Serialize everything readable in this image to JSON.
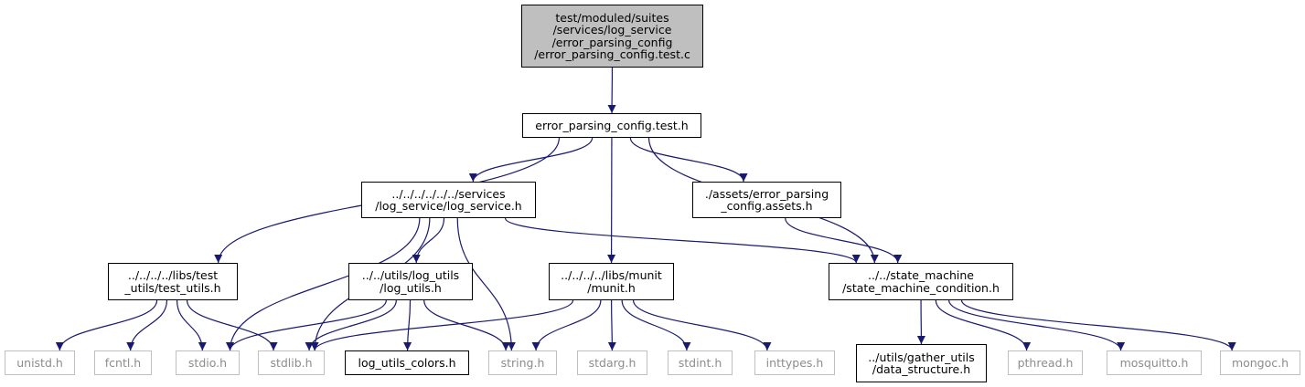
{
  "colors": {
    "edge": "#191970",
    "root_fill": "#bfbfbf",
    "box_border": "#000000",
    "ext_border": "#bfbfbf",
    "ext_text": "#8c8c8c"
  },
  "nodes": [
    {
      "id": "root",
      "lines": [
        "test/moduled/suites",
        "/services/log_service",
        "/error_parsing_config",
        "/error_parsing_config.test.c"
      ],
      "kind": "root"
    },
    {
      "id": "test_h",
      "lines": [
        "error_parsing_config.test.h"
      ],
      "kind": "file"
    },
    {
      "id": "log_service_h",
      "lines": [
        "../../../../../../services",
        "/log_service/log_service.h"
      ],
      "kind": "file"
    },
    {
      "id": "assets_h",
      "lines": [
        "./assets/error_parsing",
        "_config.assets.h"
      ],
      "kind": "file"
    },
    {
      "id": "test_utils_h",
      "lines": [
        "../../../../libs/test",
        "_utils/test_utils.h"
      ],
      "kind": "file"
    },
    {
      "id": "log_utils_h",
      "lines": [
        "../../utils/log_utils",
        "/log_utils.h"
      ],
      "kind": "file"
    },
    {
      "id": "munit_h",
      "lines": [
        "../../../../libs/munit",
        "/munit.h"
      ],
      "kind": "file"
    },
    {
      "id": "smc_h",
      "lines": [
        "../../state_machine",
        "/state_machine_condition.h"
      ],
      "kind": "file"
    },
    {
      "id": "unistd_h",
      "lines": [
        "unistd.h"
      ],
      "kind": "ext"
    },
    {
      "id": "fcntl_h",
      "lines": [
        "fcntl.h"
      ],
      "kind": "ext"
    },
    {
      "id": "stdio_h",
      "lines": [
        "stdio.h"
      ],
      "kind": "ext"
    },
    {
      "id": "stdlib_h",
      "lines": [
        "stdlib.h"
      ],
      "kind": "ext"
    },
    {
      "id": "log_utils_colors_h",
      "lines": [
        "log_utils_colors.h"
      ],
      "kind": "file"
    },
    {
      "id": "string_h",
      "lines": [
        "string.h"
      ],
      "kind": "ext"
    },
    {
      "id": "stdarg_h",
      "lines": [
        "stdarg.h"
      ],
      "kind": "ext"
    },
    {
      "id": "stdint_h",
      "lines": [
        "stdint.h"
      ],
      "kind": "ext"
    },
    {
      "id": "inttypes_h",
      "lines": [
        "inttypes.h"
      ],
      "kind": "ext"
    },
    {
      "id": "data_structure_h",
      "lines": [
        "../utils/gather_utils",
        "/data_structure.h"
      ],
      "kind": "file"
    },
    {
      "id": "pthread_h",
      "lines": [
        "pthread.h"
      ],
      "kind": "ext"
    },
    {
      "id": "mosquitto_h",
      "lines": [
        "mosquitto.h"
      ],
      "kind": "ext"
    },
    {
      "id": "mongoc_h",
      "lines": [
        "mongoc.h"
      ],
      "kind": "ext"
    }
  ],
  "edges": [
    {
      "from": "root",
      "to": "test_h"
    },
    {
      "from": "test_h",
      "to": "log_service_h"
    },
    {
      "from": "test_h",
      "to": "assets_h"
    },
    {
      "from": "test_h",
      "to": "test_utils_h"
    },
    {
      "from": "test_h",
      "to": "munit_h"
    },
    {
      "from": "test_h",
      "to": "smc_h"
    },
    {
      "from": "log_service_h",
      "to": "smc_h"
    },
    {
      "from": "log_service_h",
      "to": "log_utils_h"
    },
    {
      "from": "log_service_h",
      "to": "stdio_h"
    },
    {
      "from": "log_service_h",
      "to": "stdlib_h"
    },
    {
      "from": "log_service_h",
      "to": "string_h"
    },
    {
      "from": "assets_h",
      "to": "smc_h"
    },
    {
      "from": "test_utils_h",
      "to": "unistd_h"
    },
    {
      "from": "test_utils_h",
      "to": "fcntl_h"
    },
    {
      "from": "test_utils_h",
      "to": "stdio_h"
    },
    {
      "from": "test_utils_h",
      "to": "stdlib_h"
    },
    {
      "from": "log_utils_h",
      "to": "stdio_h"
    },
    {
      "from": "log_utils_h",
      "to": "stdlib_h"
    },
    {
      "from": "log_utils_h",
      "to": "log_utils_colors_h"
    },
    {
      "from": "log_utils_h",
      "to": "string_h"
    },
    {
      "from": "munit_h",
      "to": "stdlib_h"
    },
    {
      "from": "munit_h",
      "to": "string_h"
    },
    {
      "from": "munit_h",
      "to": "stdarg_h"
    },
    {
      "from": "munit_h",
      "to": "stdint_h"
    },
    {
      "from": "munit_h",
      "to": "inttypes_h"
    },
    {
      "from": "smc_h",
      "to": "data_structure_h"
    },
    {
      "from": "smc_h",
      "to": "pthread_h"
    },
    {
      "from": "smc_h",
      "to": "mosquitto_h"
    },
    {
      "from": "smc_h",
      "to": "mongoc_h"
    }
  ]
}
